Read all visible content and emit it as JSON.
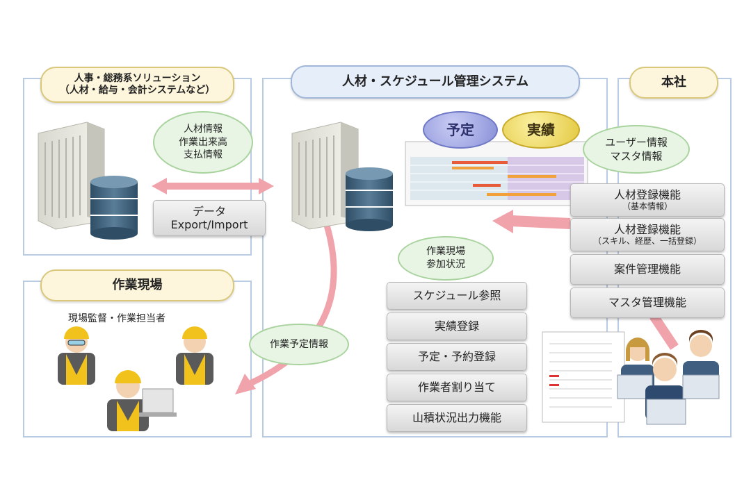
{
  "hr_system": {
    "title_line1": "人事・総務系ソリューション",
    "title_line2": "（人材・給与・会計システムなど）"
  },
  "main_system": {
    "title": "人材・スケジュール管理システム"
  },
  "head_office": {
    "title": "本社"
  },
  "work_site": {
    "title": "作業現場",
    "people_label": "現場監督・作業担当者"
  },
  "ellipses": {
    "hr_info": [
      "人材情報",
      "作業出来高",
      "支払情報"
    ],
    "user_info": [
      "ユーザー情報",
      "マスタ情報"
    ],
    "site_status": [
      "作業現場",
      "参加状況"
    ],
    "schedule_info": [
      "作業予定情報"
    ]
  },
  "data_button": {
    "line1": "データ",
    "line2": "Export/Import"
  },
  "bubbles": {
    "plan": "予定",
    "actual": "実績"
  },
  "main_functions": [
    "スケジュール参照",
    "実績登録",
    "予定・予約登録",
    "作業者割り当て",
    "山積状況出力機能"
  ],
  "head_functions": [
    {
      "label": "人材登録機能",
      "sub": "（基本情報）"
    },
    {
      "label": "人材登録機能",
      "sub": "（スキル、経歴、一括登録）"
    },
    {
      "label": "案件管理機能",
      "sub": ""
    },
    {
      "label": "マスタ管理機能",
      "sub": ""
    }
  ],
  "colors": {
    "panel_border": "#b9cbe3",
    "arrow": "#f0a3ab",
    "ellipse_fill": "#e8f5e4",
    "helmet": "#f2c21c"
  }
}
